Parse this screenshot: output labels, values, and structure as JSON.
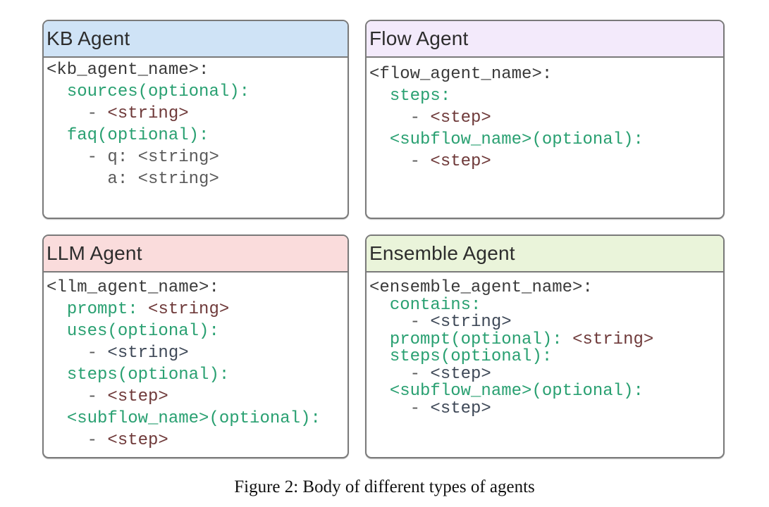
{
  "caption": "Figure 2: Body of different types of agents",
  "palette": {
    "key": "#29a071",
    "string": "#6e3939",
    "scalar": "#3e4857",
    "plain": "#3a3a3a",
    "muted": "#5a5a5a",
    "header_text": "#2d2d2d",
    "border": "#7a7a7a"
  },
  "boxes": [
    {
      "id": "kb",
      "title": "KB Agent",
      "header_bg": "#cfe3f6",
      "lines": [
        [
          {
            "t": "<kb_agent_name>:",
            "c": "plain"
          }
        ],
        [
          {
            "t": "  ",
            "c": "plain"
          },
          {
            "t": "sources(optional):",
            "c": "key"
          }
        ],
        [
          {
            "t": "    ",
            "c": "plain"
          },
          {
            "t": "- ",
            "c": "muted"
          },
          {
            "t": "<string>",
            "c": "string"
          }
        ],
        [
          {
            "t": "  ",
            "c": "plain"
          },
          {
            "t": "faq(optional):",
            "c": "key"
          }
        ],
        [
          {
            "t": "    ",
            "c": "plain"
          },
          {
            "t": "- q: <string>",
            "c": "muted"
          }
        ],
        [
          {
            "t": "      ",
            "c": "plain"
          },
          {
            "t": "a: <string>",
            "c": "muted"
          }
        ]
      ]
    },
    {
      "id": "flow",
      "title": "Flow Agent",
      "header_bg": "#f3eafb",
      "lines": [
        [
          {
            "t": "<flow_agent_name>:",
            "c": "plain"
          }
        ],
        [
          {
            "t": "  ",
            "c": "plain"
          },
          {
            "t": "steps:",
            "c": "key"
          }
        ],
        [
          {
            "t": "    ",
            "c": "plain"
          },
          {
            "t": "- ",
            "c": "muted"
          },
          {
            "t": "<step>",
            "c": "string"
          }
        ],
        [
          {
            "t": "  ",
            "c": "plain"
          },
          {
            "t": "<subflow_name>(optional):",
            "c": "key"
          }
        ],
        [
          {
            "t": "    ",
            "c": "plain"
          },
          {
            "t": "- ",
            "c": "muted"
          },
          {
            "t": "<step>",
            "c": "string"
          }
        ]
      ]
    },
    {
      "id": "llm",
      "title": "LLM Agent",
      "header_bg": "#fadcdc",
      "lines": [
        [
          {
            "t": "<llm_agent_name>:",
            "c": "plain"
          }
        ],
        [
          {
            "t": "  ",
            "c": "plain"
          },
          {
            "t": "prompt:",
            "c": "key"
          },
          {
            "t": " ",
            "c": "plain"
          },
          {
            "t": "<string>",
            "c": "string"
          }
        ],
        [
          {
            "t": "  ",
            "c": "plain"
          },
          {
            "t": "uses(optional):",
            "c": "key"
          }
        ],
        [
          {
            "t": "    ",
            "c": "plain"
          },
          {
            "t": "- ",
            "c": "muted"
          },
          {
            "t": "<string>",
            "c": "scalar"
          }
        ],
        [
          {
            "t": "  ",
            "c": "plain"
          },
          {
            "t": "steps(optional):",
            "c": "key"
          }
        ],
        [
          {
            "t": "    ",
            "c": "plain"
          },
          {
            "t": "- ",
            "c": "muted"
          },
          {
            "t": "<step>",
            "c": "string"
          }
        ],
        [
          {
            "t": "  ",
            "c": "plain"
          },
          {
            "t": "<subflow_name>(optional):",
            "c": "key"
          }
        ],
        [
          {
            "t": "    ",
            "c": "plain"
          },
          {
            "t": "- ",
            "c": "muted"
          },
          {
            "t": "<step>",
            "c": "string"
          }
        ]
      ]
    },
    {
      "id": "ensemble",
      "title": "Ensemble Agent",
      "header_bg": "#eaf4da",
      "lines": [
        [
          {
            "t": "<ensemble_agent_name>:",
            "c": "plain"
          }
        ],
        [
          {
            "t": "  ",
            "c": "plain"
          },
          {
            "t": "contains:",
            "c": "key"
          }
        ],
        [
          {
            "t": "    ",
            "c": "plain"
          },
          {
            "t": "- ",
            "c": "muted"
          },
          {
            "t": "<string>",
            "c": "scalar"
          }
        ],
        [
          {
            "t": "  ",
            "c": "plain"
          },
          {
            "t": "prompt(optional):",
            "c": "key"
          },
          {
            "t": " ",
            "c": "plain"
          },
          {
            "t": "<string>",
            "c": "string"
          }
        ],
        [
          {
            "t": "  ",
            "c": "plain"
          },
          {
            "t": "steps(optional):",
            "c": "key"
          }
        ],
        [
          {
            "t": "    ",
            "c": "plain"
          },
          {
            "t": "- ",
            "c": "muted"
          },
          {
            "t": "<step>",
            "c": "scalar"
          }
        ],
        [
          {
            "t": "  ",
            "c": "plain"
          },
          {
            "t": "<subflow_name>(optional):",
            "c": "key"
          }
        ],
        [
          {
            "t": "    ",
            "c": "plain"
          },
          {
            "t": "- ",
            "c": "muted"
          },
          {
            "t": "<step>",
            "c": "scalar"
          }
        ]
      ]
    }
  ]
}
